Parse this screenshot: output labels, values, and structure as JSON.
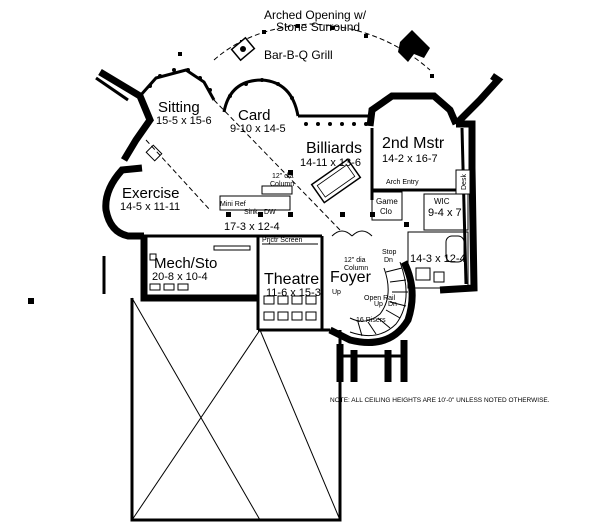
{
  "callouts": {
    "arched_opening_line1": "Arched Opening w/",
    "arched_opening_line2": "Stone Surround",
    "bbq_grill": "Bar-B-Q Grill",
    "column_left_line1": "12\" dia",
    "column_left_line2": "Column",
    "column_right_line1": "12\" dia",
    "column_right_line2": "Column",
    "arch_entry": "Arch Entry",
    "projector_screen": "Prjctr Screen",
    "sink": "Sink",
    "dw": "DW",
    "mini_ref": "Mini Ref",
    "stop": "Stop",
    "dn": "Dn",
    "up": "Up",
    "open_rail": "Open Rail",
    "up2": "Up",
    "dn2": "Dn",
    "risers": "16 Risers",
    "desk": "Desk"
  },
  "rooms": {
    "sitting": {
      "name": "Sitting",
      "dims": "15-5 x 15-6"
    },
    "card": {
      "name": "Card",
      "dims": "9-10 x 14-5"
    },
    "billiards": {
      "name": "Billiards",
      "dims": "14-11 x 13-6"
    },
    "second_master": {
      "name": "2nd Mstr",
      "dims": "14-2 x 16-7"
    },
    "exercise": {
      "name": "Exercise",
      "dims": "14-5 x 11-11"
    },
    "bar": {
      "dims": "17-3 x 12-4"
    },
    "game_closet": {
      "name": "Game",
      "name2": "Clo"
    },
    "wic": {
      "name": "WIC",
      "dims": "9-4 x 7"
    },
    "bath": {
      "dims": "14-3 x 12-4"
    },
    "mech": {
      "name": "Mech/Sto",
      "dims": "20-8 x 10-4"
    },
    "theatre": {
      "name": "Theatre",
      "dims": "11-6 x 15-3"
    },
    "foyer": {
      "name": "Foyer"
    }
  },
  "note": "NOTE: ALL CEILING HEIGHTS ARE 10'-0\" UNLESS NOTED OTHERWISE."
}
